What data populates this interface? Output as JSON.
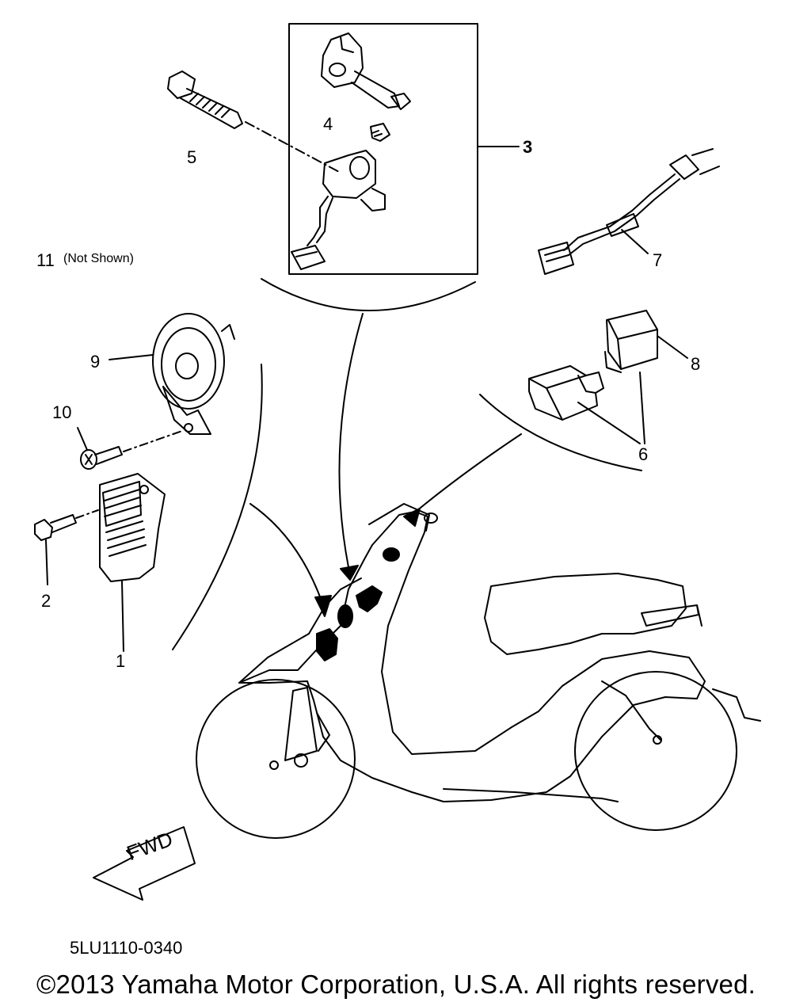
{
  "callouts": [
    {
      "id": "1",
      "text": "1"
    },
    {
      "id": "2",
      "text": "2"
    },
    {
      "id": "3",
      "text": "3"
    },
    {
      "id": "4",
      "text": "4"
    },
    {
      "id": "5",
      "text": "5"
    },
    {
      "id": "6",
      "text": "6"
    },
    {
      "id": "7",
      "text": "7"
    },
    {
      "id": "8",
      "text": "8"
    },
    {
      "id": "9",
      "text": "9"
    },
    {
      "id": "10",
      "text": "10"
    }
  ],
  "note": {
    "number": "11",
    "text": "(Not Shown)"
  },
  "fwd_label": "FWD",
  "diagram_code": "5LU1110-0340",
  "copyright": "©2013 Yamaha Motor Corporation, U.S.A. All rights reserved."
}
